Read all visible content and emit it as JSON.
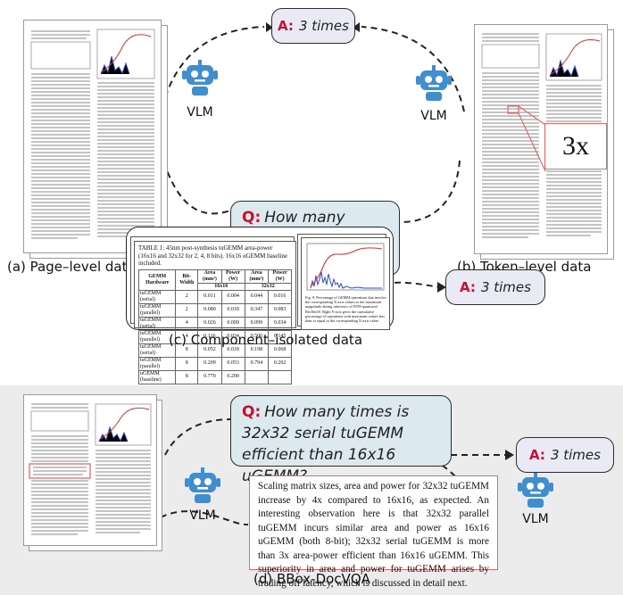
{
  "top": {
    "answer_top": {
      "prefix": "A:",
      "text": "3 times"
    },
    "question": {
      "prefix": "Q:",
      "text": "How many times is 32x32 serial tuGEMM efficient than 16x16 uGEMM?"
    },
    "answer_component": {
      "prefix": "A:",
      "text": "3 times"
    },
    "vlm_left": "VLM",
    "vlm_right": "VLM",
    "caption_a": "(a) Page–level data",
    "caption_b": "(b) Token–level data",
    "caption_c": "(c) Component–isolated data",
    "token_zoom": "3x",
    "table_card": {
      "caption": "TABLE 1: 45nm post-synthesis tuGEMM area-power (16x16 and 32x32 for 2, 4, 8 bits). 16x16 uGEMM baseline included.",
      "headers": [
        "GEMM Hardware",
        "Bit-Width",
        "Area (mm²)",
        "Power (W)",
        "Area (mm²)",
        "Power (W)"
      ],
      "subheaders": [
        "16x16",
        "32x32"
      ],
      "rows": [
        [
          "tuGEMM (serial)",
          "2",
          "0.011",
          "0.004",
          "0.044",
          "0.016"
        ],
        [
          "tuGEMM (parallel)",
          "2",
          "0.080",
          "0.018",
          "0.347",
          "0.083"
        ],
        [
          "tuGEMM (serial)",
          "4",
          "0.026",
          "0.009",
          "0.099",
          "0.034"
        ],
        [
          "tuGEMM (parallel)",
          "4",
          "0.116",
          "0.034",
          "0.506",
          "0.145"
        ],
        [
          "tuGEMM (serial)",
          "8",
          "0.052",
          "0.018",
          "0.198",
          "0.068"
        ],
        [
          "tuGEMM (parallel)",
          "8",
          "0.209",
          "0.053",
          "0.794",
          "0.202"
        ],
        [
          "uGEMM (baseline)",
          "8",
          "0.770",
          "0.200",
          "",
          ""
        ]
      ]
    },
    "figure_card": {
      "caption": "Fig. 9: Percentage of GEMM operations that involve the corresponding X-axis values as the maximum magnitude during inference of INT8-quantized ResNet18. Right Y-axis gives the cumulative percentage of operations with maximum values less than or equal to the corresponding X-axis value."
    }
  },
  "bottom": {
    "question": {
      "prefix": "Q:",
      "text": "How many times is 32x32 serial tuGEMM efficient than 16x16 uGEMM?"
    },
    "answer": {
      "prefix": "A:",
      "text": "3 times"
    },
    "vlm_left": "VLM",
    "vlm_right": "VLM",
    "bbox_text": "Scaling matrix sizes, area and power for 32x32 tuGEMM increase by 4x compared to 16x16, as expected. An interesting observation here is that 32x32 parallel tuGEMM incurs similar area and power as 16x16 uGEMM (both 8-bit); 32x32 serial tuGEMM is more than 3x area-power efficient than 16x16 uGEMM. This superiority in area and power for tuGEMM arises by trading off latency, which is discussed in detail next.",
    "caption_d": "(d) BBox-DocVQA"
  },
  "colors": {
    "accent_red": "#c8102e",
    "robot_blue": "#3f8fd0",
    "question_bg": "#dce9ee",
    "answer_bg": "#eaeaf7",
    "bbox_red": "#e06b6b"
  }
}
